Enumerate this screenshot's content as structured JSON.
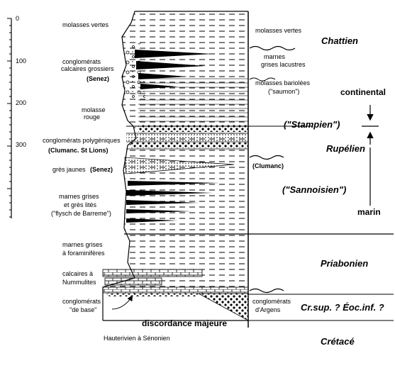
{
  "scale": {
    "ticks": [
      "0",
      "100",
      "200",
      "300"
    ]
  },
  "left_labels": {
    "molasses_vertes": "molasses vertes",
    "conglomerats_calcaires_1": "conglomérats",
    "conglomerats_calcaires_2": "calcaires grossiers",
    "senez_1": "(Senez)",
    "molasse_rouge_1": "molasse",
    "molasse_rouge_2": "rouge",
    "conglomerats_polygeniques": "conglomérats polygéniques",
    "clumanc_st_lions": "(Clumanc. St Lions)",
    "gres_jaunes": "grès jaunes",
    "senez_2": "(Senez)",
    "marnes_grises_1": "marnes grises",
    "marnes_grises_2": "et grès lités",
    "marnes_grises_3": "(\"flysch de Barreme\")",
    "marnes_foram_1": "marnes grises",
    "marnes_foram_2": "à foraminifères",
    "calcaires_numm_1": "calcaires à",
    "calcaires_numm_2": "Nummulites",
    "conglo_base_1": "conglomérats",
    "conglo_base_2": "\"de base\"",
    "hauterivien": "Hauterivien à Sénonien"
  },
  "right_labels": {
    "molasses_vertes": "molasses vertes",
    "marnes_lacustres_1": "marnes",
    "marnes_lacustres_2": "grises lacustres",
    "molasses_bariolees_1": "molasses bariolées",
    "molasses_bariolees_2": "(\"saumon\")",
    "clumanc": "(Clumanc)",
    "conglo_argens_1": "conglomérats",
    "conglo_argens_2": "d'Argens",
    "discordance": "discordance majeure"
  },
  "stages": {
    "chattien": "Chattien",
    "stampien": "(\"Stampien\")",
    "rupelien": "Rupélien",
    "sannoisien": "(\"Sannoisien\")",
    "priabonien": "Priabonien",
    "crsup_eocinf": "Cr.sup. ? Éoc.inf. ?",
    "cretace": "Crétacé"
  },
  "environment": {
    "continental": "continental",
    "marin": "marin"
  }
}
